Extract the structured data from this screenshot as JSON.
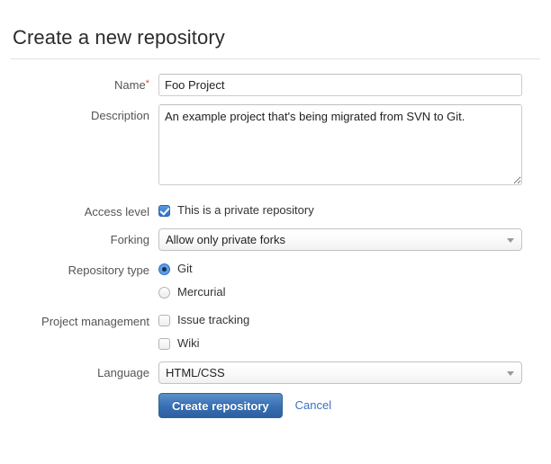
{
  "page": {
    "title": "Create a new repository"
  },
  "form": {
    "name": {
      "label": "Name",
      "required_marker": "*",
      "value": "Foo Project",
      "placeholder": ""
    },
    "description": {
      "label": "Description",
      "value": "An example project that's being migrated from SVN to Git.",
      "placeholder": ""
    },
    "access_level": {
      "label": "Access level",
      "checkbox_label": "This is a private repository",
      "checked": true
    },
    "forking": {
      "label": "Forking",
      "selected": "Allow only private forks",
      "options": [
        "Allow only private forks"
      ]
    },
    "repository_type": {
      "label": "Repository type",
      "options": [
        {
          "label": "Git",
          "selected": true
        },
        {
          "label": "Mercurial",
          "selected": false
        }
      ]
    },
    "project_management": {
      "label": "Project management",
      "options": [
        {
          "label": "Issue tracking",
          "checked": false
        },
        {
          "label": "Wiki",
          "checked": false
        }
      ]
    },
    "language": {
      "label": "Language",
      "selected": "HTML/CSS",
      "options": [
        "HTML/CSS"
      ]
    }
  },
  "actions": {
    "submit_label": "Create repository",
    "cancel_label": "Cancel"
  },
  "colors": {
    "primary_button": "#3b73b9",
    "link": "#3b73b9",
    "required_star": "#dd4b39",
    "label_text": "#555555",
    "divider": "#e2e2e2"
  },
  "icons": {
    "select_chevron": "chevron-down-icon",
    "resize_grip": "resize-grip-icon"
  }
}
